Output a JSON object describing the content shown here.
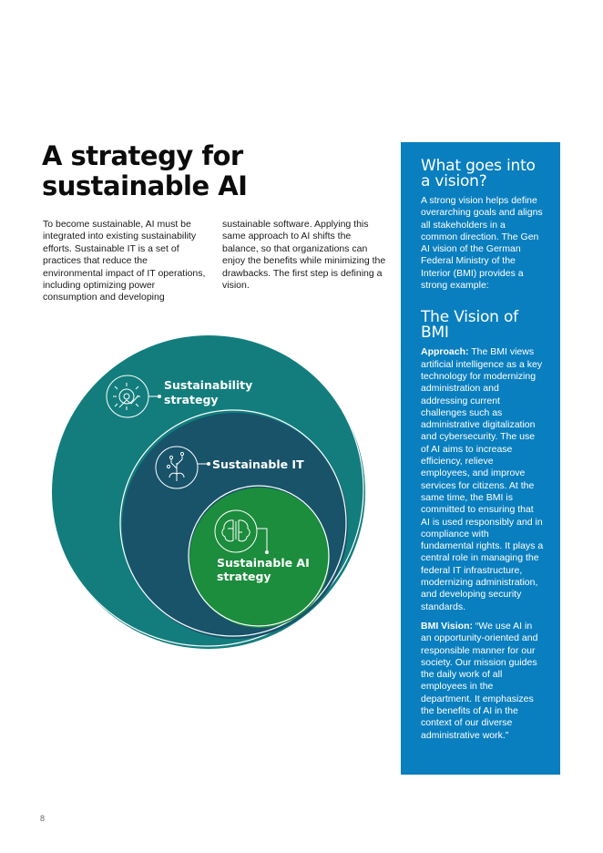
{
  "title": "A strategy for sustainable AI",
  "intro": {
    "col1": "To become sustainable, AI must be integrated into existing sustainability efforts. Sustainable IT is a set of practices that reduce the environmental impact of IT operations, including optimizing power consumption and developing",
    "col2": "sustainable software. Applying this same approach to AI shifts the balance, so that organizations can enjoy the benefits while minimizing the drawbacks. The first step is defining a vision."
  },
  "diagram": {
    "outer": {
      "line1": "Sustainability",
      "line2": "strategy",
      "icon": "gear-growth-icon",
      "color": "#137d7d"
    },
    "middle": {
      "label": "Sustainable IT",
      "icon": "plant-circuit-icon",
      "color": "#18536a"
    },
    "inner": {
      "line1": "Sustainable AI",
      "line2": "strategy",
      "icon": "brain-circuit-icon",
      "color": "#1c8c3d"
    }
  },
  "sidebar": {
    "heading": "What goes into a vision?",
    "intro": "A strong vision helps define overarching goals and aligns all stakeholders in a common direction. The Gen AI vision of the German Federal Ministry of the Interior (BMI) provides a strong example:",
    "heading2": "The Vision of BMI",
    "approach_label": "Approach:",
    "approach_text": " The BMI views artificial intelligence as a key technology for modernizing administration and addressing current challenges such as administrative digitalization and cybersecurity. The use of AI aims to increase efficiency, relieve employees, and improve services for citizens. At the same time, the BMI is committed to ensuring that AI is used responsibly and in compliance with fundamental rights. It plays a central role in managing the federal IT infrastructure, modernizing administration, and developing security standards.",
    "vision_label": "BMI Vision:",
    "vision_text": " “We use AI in an opportunity-oriented and responsible manner for our society. Our mission guides the daily work of all employees in the department. It emphasizes the benefits of AI in the context of our diverse administrative work.”",
    "bg_color": "#0a7fbf"
  },
  "page_number": "8"
}
